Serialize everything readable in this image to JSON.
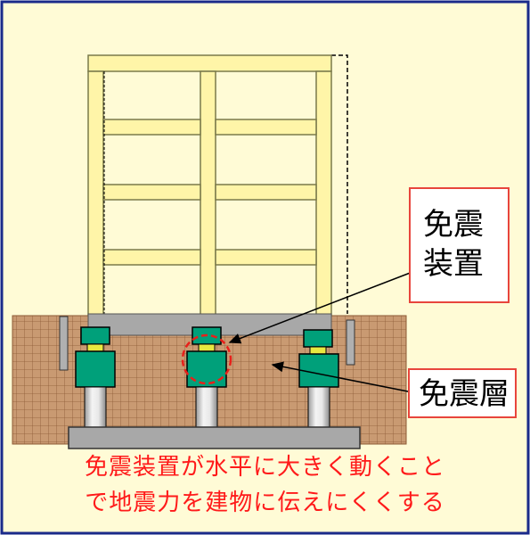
{
  "labels": {
    "device_line1": "免震",
    "device_line2": "装置",
    "layer": "免震層"
  },
  "caption": {
    "line1": "免震装置が水平に大きく動くこと",
    "line2": "で地震力を建物に伝えにくくする"
  },
  "colors": {
    "background": "#fffbd6",
    "frame_border": "#1a2a8a",
    "beam_fill": "#fff5a8",
    "beam_stroke": "#7a7a4a",
    "soil": "#c99a72",
    "soil_grid": "#8c5a34",
    "base_slab": "#a8a8a8",
    "isolator": "#00a07a",
    "isolator_cap": "#e8e840",
    "label_border": "#e8453c",
    "caption_text": "#ff1a1a",
    "dashed_circle": "#e8201a"
  },
  "icons": [
    "dashed-circle-marker",
    "leader-arrow"
  ]
}
